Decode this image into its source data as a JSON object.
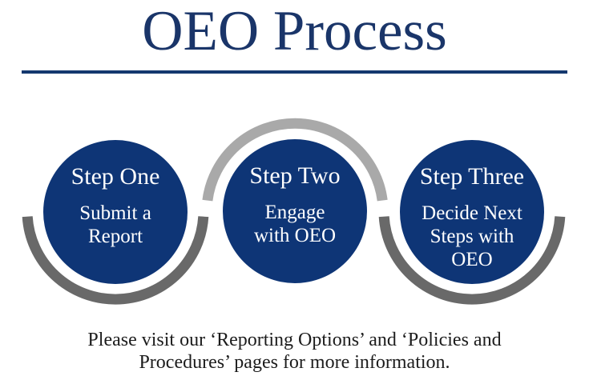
{
  "title": "OEO Process",
  "steps": [
    {
      "heading": "Step One",
      "body": "Submit a\nReport"
    },
    {
      "heading": "Step Two",
      "body": "Engage\nwith OEO"
    },
    {
      "heading": "Step Three",
      "body": "Decide Next\nSteps with\nOEO"
    }
  ],
  "footer": {
    "text": "Please visit our ‘Reporting Options’ and ‘Policies and\nProcedures’ pages for more information."
  },
  "colors": {
    "title_navy": "#1a3569",
    "divider_navy": "#14386e",
    "circle_navy": "#0e3576",
    "circle_text": "#ffffff",
    "arc_dark": "#696969",
    "arc_light": "#a9a9a9",
    "footer_text": "#1c1c1c"
  }
}
